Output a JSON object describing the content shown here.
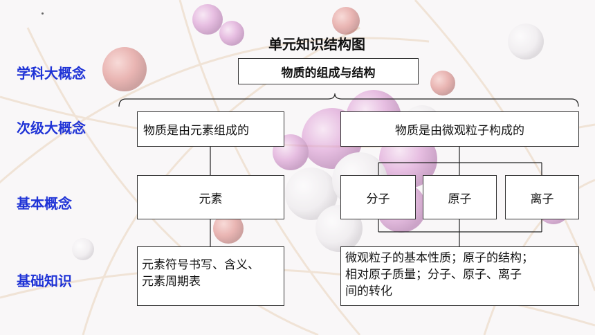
{
  "title": "单元知识结构图",
  "levels": {
    "l1": "学科大概念",
    "l2": "次级大概念",
    "l3": "基本概念",
    "l4": "基础知识"
  },
  "nodes": {
    "root": "物质的组成与结构",
    "composed_of_elements": "物质是由元素组成的",
    "composed_of_particles": "物质是由微观粒子构成的",
    "element": "元素",
    "molecule": "分子",
    "atom": "原子",
    "ion": "离子",
    "element_knowledge_1": "元素符号书写、含义、",
    "element_knowledge_2": "元素周期表",
    "particle_knowledge_1": "微观粒子的基本性质；原子的结构；",
    "particle_knowledge_2": "相对原子质量；分子、原子、离子",
    "particle_knowledge_3": "间的转化"
  },
  "colors": {
    "level_label": "#1f33d6",
    "box_border": "#333333",
    "background": "#f7f4f6"
  }
}
